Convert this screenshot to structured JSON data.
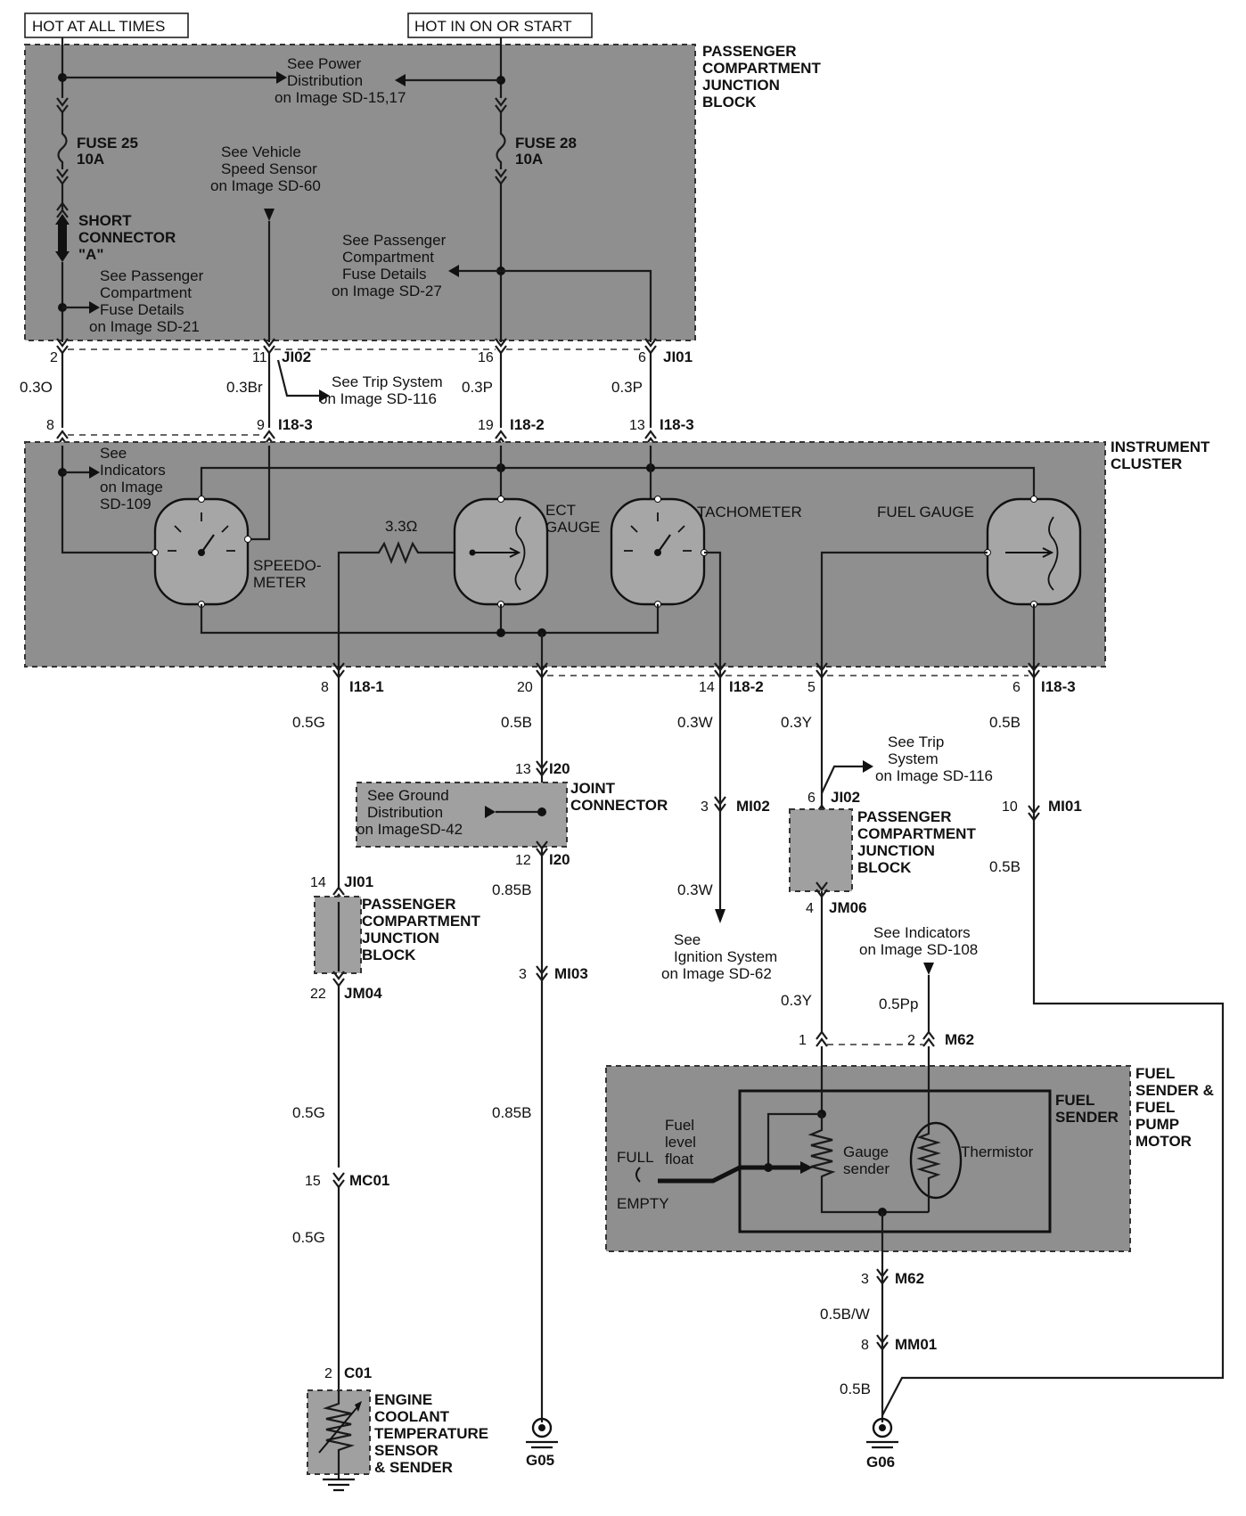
{
  "power": {
    "hot_all_times": "HOT AT ALL TIMES",
    "hot_on_start": "HOT IN ON OR START"
  },
  "pcjb_top": {
    "title_lines": [
      "PASSENGER",
      "COMPARTMENT",
      "JUNCTION",
      "BLOCK"
    ],
    "fuse25": [
      "FUSE 25",
      "10A"
    ],
    "fuse28": [
      "FUSE 28",
      "10A"
    ],
    "short_connector": [
      "SHORT",
      "CONNECTOR",
      "\"A\""
    ],
    "ref_power": [
      "See Power",
      "Distribution",
      "on Image SD-15,17"
    ],
    "ref_vss": [
      "See Vehicle",
      "Speed Sensor",
      "on Image SD-60"
    ],
    "ref_fuse21": [
      "See Passenger",
      "Compartment",
      "Fuse Details",
      "on Image SD-21"
    ],
    "ref_fuse27": [
      "See Passenger",
      "Compartment",
      "Fuse Details",
      "on Image SD-27"
    ]
  },
  "upper_wires": {
    "pins_top": [
      "2",
      "11",
      "16",
      "6"
    ],
    "connectors_top": [
      "JI02",
      "JI01"
    ],
    "colors": [
      "0.3O",
      "0.3Br",
      "0.3P",
      "0.3P"
    ],
    "pins_bottom": [
      "8",
      "9",
      "19",
      "13"
    ],
    "connectors_bottom": [
      "I18-3",
      "I18-2",
      "I18-3"
    ],
    "ref_trip": [
      "See Trip System",
      "on Image SD-116"
    ]
  },
  "cluster": {
    "title_lines": [
      "INSTRUMENT",
      "CLUSTER"
    ],
    "ref_indicators": [
      "See",
      "Indicators",
      "on Image",
      "SD-109"
    ],
    "speedometer": [
      "SPEEDO-",
      "METER"
    ],
    "resistor": "3.3Ω",
    "ect": [
      "ECT",
      "GAUGE"
    ],
    "tachometer": "TACHOMETER",
    "fuel_gauge": "FUEL GAUGE"
  },
  "lower": {
    "pins_cluster": [
      "8",
      "20",
      "14",
      "5",
      "6"
    ],
    "connectors_cluster": [
      "I18-1",
      "I18-2",
      "I18-3"
    ],
    "wire_colors_1": [
      "0.5G",
      "0.5B",
      "0.3W",
      "0.3Y",
      "0.5B"
    ],
    "joint": {
      "pin_top": "13",
      "conn_top": "I20",
      "title_lines": [
        "JOINT",
        "CONNECTOR"
      ],
      "ref": [
        "See Ground",
        "Distribution",
        "on ImageSD-42"
      ],
      "pin_bottom": "12",
      "conn_bottom": "I20",
      "color_below": "0.85B",
      "pin_mi03": "3",
      "conn_mi03": "MI03",
      "color_lower": "0.85B",
      "ground": "G05"
    },
    "ect_branch": {
      "pin_ji01": "14",
      "conn_ji01": "JI01",
      "pcjb_lines": [
        "PASSENGER",
        "COMPARTMENT",
        "JUNCTION",
        "BLOCK"
      ],
      "pin_jm04": "22",
      "conn_jm04": "JM04",
      "color_2": "0.5G",
      "pin_mc01": "15",
      "conn_mc01": "MC01",
      "color_3": "0.5G",
      "pin_c01": "2",
      "conn_c01": "C01",
      "sensor_lines": [
        "ENGINE",
        "COOLANT",
        "TEMPERATURE",
        "SENSOR",
        "& SENDER"
      ]
    },
    "tach_branch": {
      "pin_mi02": "3",
      "conn_mi02": "MI02",
      "color_2": "0.3W",
      "ref": [
        "See",
        "Ignition System",
        "on Image SD-62"
      ]
    },
    "fuel_branch": {
      "ref_trip": [
        "See Trip",
        "System",
        "on Image SD-116"
      ],
      "pin_ji02": "6",
      "conn_ji02": "JI02",
      "pcjb_lines": [
        "PASSENGER",
        "COMPARTMENT",
        "JUNCTION",
        "BLOCK"
      ],
      "pin_jm06": "4",
      "conn_jm06": "JM06",
      "color_2": "0.3Y",
      "ref_ind": [
        "See Indicators",
        "on Image SD-108"
      ],
      "color_pp": "0.5Pp",
      "pin_m62_1": "1",
      "pin_m62_2": "2",
      "conn_m62": "M62"
    },
    "ground_branch": {
      "pin_mi01": "10",
      "conn_mi01": "MI01",
      "color_2": "0.5B"
    },
    "fuel_sender": {
      "title_lines": [
        "FUEL",
        "SENDER &",
        "FUEL",
        "PUMP",
        "MOTOR"
      ],
      "inner_title": [
        "FUEL",
        "SENDER"
      ],
      "float": [
        "Fuel",
        "level",
        "float"
      ],
      "full": "FULL",
      "empty": "EMPTY",
      "gauge_sender": [
        "Gauge",
        "sender"
      ],
      "thermistor": "Thermistor",
      "pin_m62_3": "3",
      "conn_m62_3": "M62",
      "color_bw": "0.5B/W",
      "pin_mm01": "8",
      "conn_mm01": "MM01",
      "color_b": "0.5B",
      "ground": "G06"
    }
  }
}
